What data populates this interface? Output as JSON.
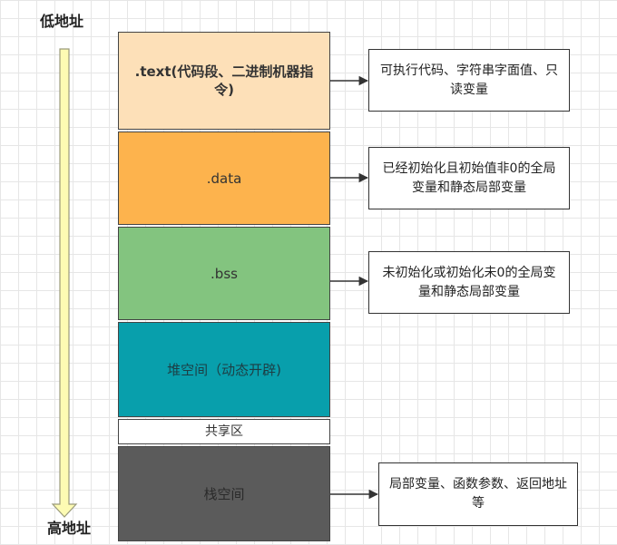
{
  "address": {
    "low": "低地址",
    "high": "高地址"
  },
  "segments": [
    {
      "label": ".text(代码段、二进制机器指令)",
      "color": "#fde0b8"
    },
    {
      "label": ".data",
      "color": "#fdb34d"
    },
    {
      "label": ".bss",
      "color": "#83c47f"
    },
    {
      "label": "堆空间（动态开辟)",
      "color": "#089fac"
    },
    {
      "label": "共享区",
      "color": "#ffffff"
    },
    {
      "label": "栈空间",
      "color": "#5b5b5b"
    }
  ],
  "notes": {
    "text": "可执行代码、字符串字面值、只读变量",
    "data": "已经初始化且初始值非0的全局变量和静态局部变量",
    "bss": "未初始化或初始化未0的全局变量和静态局部变量",
    "stack": "局部变量、函数参数、返回地址等"
  },
  "colors": {
    "address_arrow_fill": "#fdfbb3",
    "address_arrow_stroke": "#9a9a7a",
    "connector": "#333333"
  }
}
